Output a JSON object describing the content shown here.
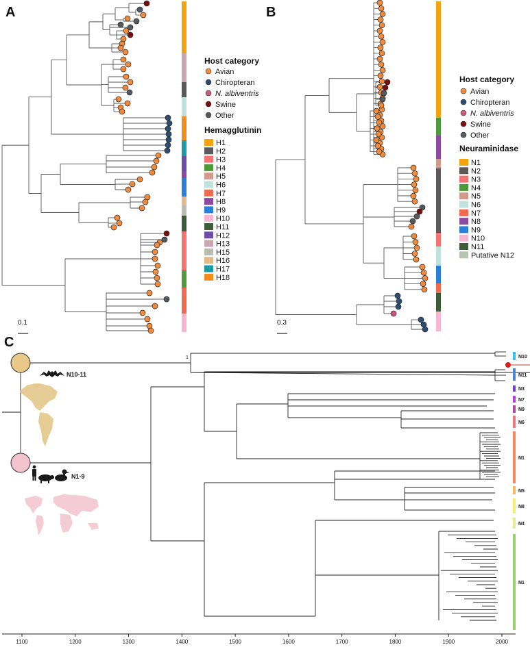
{
  "panels": {
    "a": {
      "letter": "A",
      "scale_label": "0.1"
    },
    "b": {
      "letter": "B",
      "scale_label": "0.3"
    },
    "c": {
      "letter": "C"
    }
  },
  "colors": {
    "avian": "#f08a3c",
    "chiropteran": "#2e4d73",
    "n_albiventris": "#c95a7a",
    "swine": "#7a0e0e",
    "other": "#555a60"
  },
  "legend_a": {
    "host_title": "Host category",
    "hosts": [
      {
        "label": "Avian",
        "key": "avian"
      },
      {
        "label": "Chiropteran",
        "key": "chiropteran"
      },
      {
        "label": "N. albiventris",
        "key": "n_albiventris",
        "italic": true
      },
      {
        "label": "Swine",
        "key": "swine"
      },
      {
        "label": "Other",
        "key": "other"
      }
    ],
    "subtype_title": "Hemagglutinin",
    "subtypes": [
      {
        "label": "H1",
        "color": "#f5a20f"
      },
      {
        "label": "H2",
        "color": "#5a5a5a"
      },
      {
        "label": "H3",
        "color": "#f47272"
      },
      {
        "label": "H4",
        "color": "#4e9a3a"
      },
      {
        "label": "H5",
        "color": "#d19a8a"
      },
      {
        "label": "H6",
        "color": "#bfe3dc"
      },
      {
        "label": "H7",
        "color": "#f26b4f"
      },
      {
        "label": "H8",
        "color": "#8e4aa0"
      },
      {
        "label": "H9",
        "color": "#2a7fd8"
      },
      {
        "label": "H10",
        "color": "#f7b6cf"
      },
      {
        "label": "H11",
        "color": "#3d5c3a"
      },
      {
        "label": "H12",
        "color": "#6b4ea8"
      },
      {
        "label": "H13",
        "color": "#c9a6b0"
      },
      {
        "label": "H15",
        "color": "#b8bfb0"
      },
      {
        "label": "H16",
        "color": "#e2b98a"
      },
      {
        "label": "H17",
        "color": "#1a9aa5"
      },
      {
        "label": "H18",
        "color": "#f28c1c"
      }
    ]
  },
  "legend_b": {
    "host_title": "Host category",
    "hosts": [
      {
        "label": "Avian",
        "key": "avian"
      },
      {
        "label": "Chiropteran",
        "key": "chiropteran"
      },
      {
        "label": "N. albiventris",
        "key": "n_albiventris",
        "italic": true
      },
      {
        "label": "Swine",
        "key": "swine"
      },
      {
        "label": "Other",
        "key": "other"
      }
    ],
    "subtype_title": "Neuraminidase",
    "subtypes": [
      {
        "label": "N1",
        "color": "#f5a20f"
      },
      {
        "label": "N2",
        "color": "#5a5a5a"
      },
      {
        "label": "N3",
        "color": "#f47272"
      },
      {
        "label": "N4",
        "color": "#4e9a3a"
      },
      {
        "label": "N5",
        "color": "#d19a8a"
      },
      {
        "label": "N6",
        "color": "#bfe3dc"
      },
      {
        "label": "N7",
        "color": "#f26b4f"
      },
      {
        "label": "N8",
        "color": "#8e4aa0"
      },
      {
        "label": "N9",
        "color": "#2a7fd8"
      },
      {
        "label": "N10",
        "color": "#f7b6cf"
      },
      {
        "label": "N11",
        "color": "#3d5c3a"
      },
      {
        "label": "Putative N12",
        "color": "#b8c4b0"
      }
    ]
  },
  "panel_c": {
    "root_groups": [
      {
        "label": "N10-11"
      },
      {
        "label": "N1-9"
      }
    ],
    "support_values": [
      "1",
      "1"
    ],
    "clades": [
      {
        "label": "N10",
        "color": "#35c0e8"
      },
      {
        "label": "N11",
        "color": "#4a86d8"
      },
      {
        "label": "N3",
        "color": "#7a3cc8"
      },
      {
        "label": "N7",
        "color": "#b640d8"
      },
      {
        "label": "N9",
        "color": "#a84a9e"
      },
      {
        "label": "N6",
        "color": "#e87a7a"
      },
      {
        "label": "N1",
        "color": "#f08a5a"
      },
      {
        "label": "N5",
        "color": "#f5b860"
      },
      {
        "label": "N8",
        "color": "#f5ee70"
      },
      {
        "label": "N4",
        "color": "#e4ee90"
      },
      {
        "label": "N1",
        "color": "#98d070"
      }
    ],
    "axis": {
      "ticks": [
        "1100",
        "1200",
        "1300",
        "1400",
        "1500",
        "1600",
        "1700",
        "1800",
        "1900",
        "2000"
      ],
      "range": [
        1100,
        2000
      ]
    }
  }
}
